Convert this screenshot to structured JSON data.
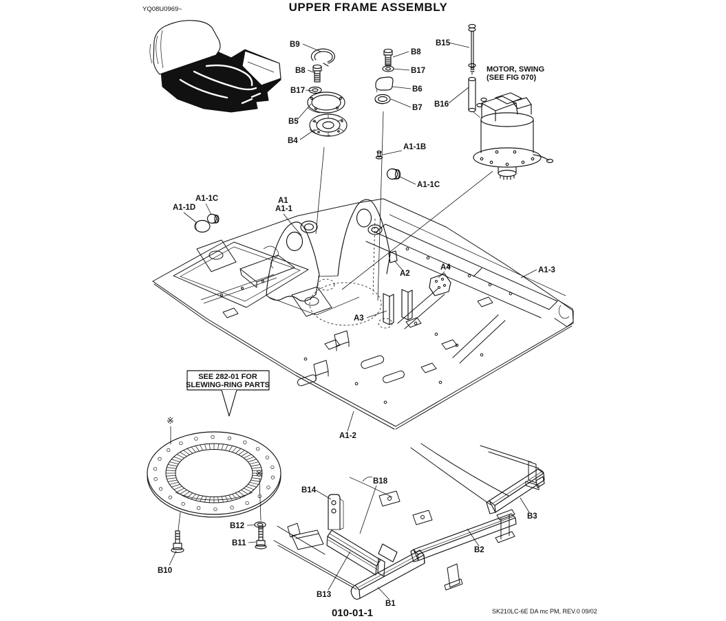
{
  "page": {
    "title": "UPPER FRAME ASSEMBLY",
    "drawing_code": "YQ08U0969~",
    "page_number": "010-01-1",
    "footer_ref": "SK210LC-6E DA mc PM,  REV.0 09/02"
  },
  "notes": {
    "slewing_box_line1": "SEE 282-01 FOR",
    "slewing_box_line2": "SLEWING-RING PARTS",
    "motor_line1": "MOTOR, SWING",
    "motor_line2": "(SEE FIG 070)",
    "reference_mark": "※"
  },
  "callouts": {
    "b9": "B9",
    "b8_left": "B8",
    "b17_left": "B17",
    "b5": "B5",
    "b4": "B4",
    "b8_right": "B8",
    "b17_right": "B17",
    "b6": "B6",
    "b7": "B7",
    "b15": "B15",
    "b16": "B16",
    "a1_1b": "A1-1B",
    "a1_1c_right": "A1-1C",
    "a1_1c_left": "A1-1C",
    "a1_1d": "A1-1D",
    "a1": "A1",
    "a1_1": "A1-1",
    "a2": "A2",
    "a4": "A4",
    "a1_3": "A1-3",
    "a3": "A3",
    "a1_2": "A1-2",
    "b12": "B12",
    "b11": "B11",
    "b10": "B10",
    "b14": "B14",
    "b18": "B18",
    "b3": "B3",
    "b2": "B2",
    "b13": "B13",
    "b1": "B1"
  }
}
